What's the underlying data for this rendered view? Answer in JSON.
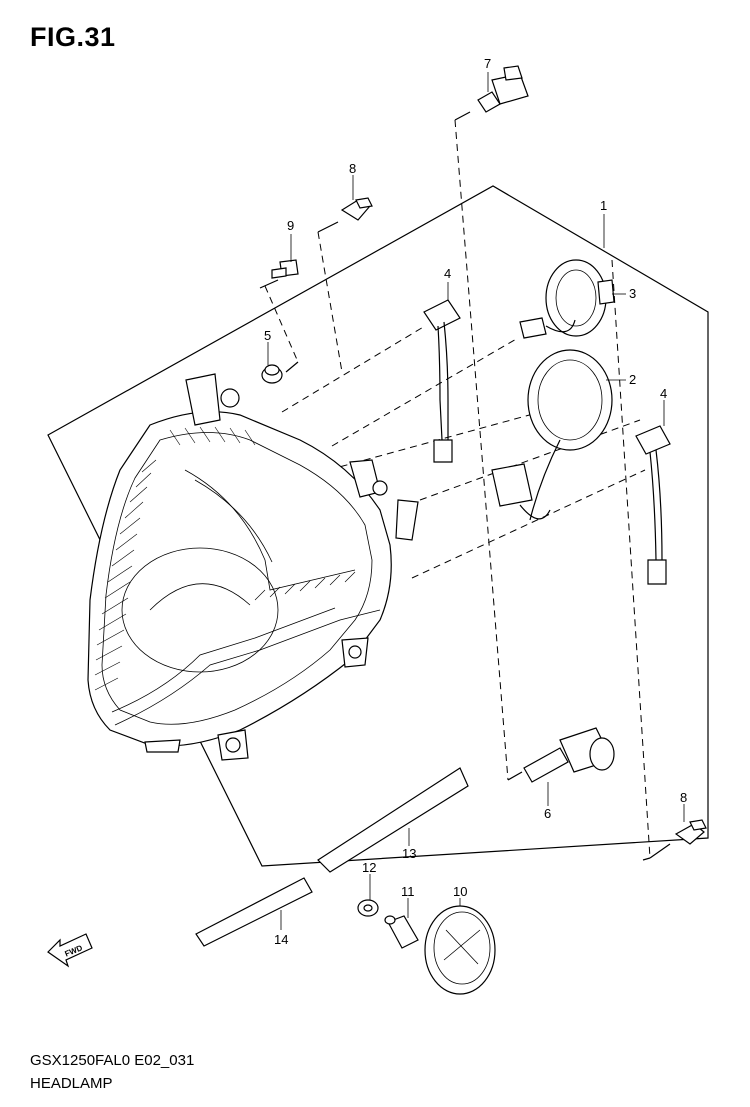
{
  "figure": {
    "title": "FIG.31",
    "code": "GSX1250FAL0 E02_031",
    "caption": "HEADLAMP"
  },
  "callouts": [
    {
      "id": "c1",
      "label": "1"
    },
    {
      "id": "c2",
      "label": "2"
    },
    {
      "id": "c3",
      "label": "3"
    },
    {
      "id": "c4a",
      "label": "4"
    },
    {
      "id": "c4b",
      "label": "4"
    },
    {
      "id": "c5",
      "label": "5"
    },
    {
      "id": "c6",
      "label": "6"
    },
    {
      "id": "c7",
      "label": "7"
    },
    {
      "id": "c8a",
      "label": "8"
    },
    {
      "id": "c8b",
      "label": "8"
    },
    {
      "id": "c9",
      "label": "9"
    },
    {
      "id": "c10",
      "label": "10"
    },
    {
      "id": "c11",
      "label": "11"
    },
    {
      "id": "c12",
      "label": "12"
    },
    {
      "id": "c13",
      "label": "13"
    },
    {
      "id": "c14",
      "label": "14"
    }
  ],
  "fwd_label": "FWD",
  "icons": [
    "forward-arrow-icon"
  ]
}
